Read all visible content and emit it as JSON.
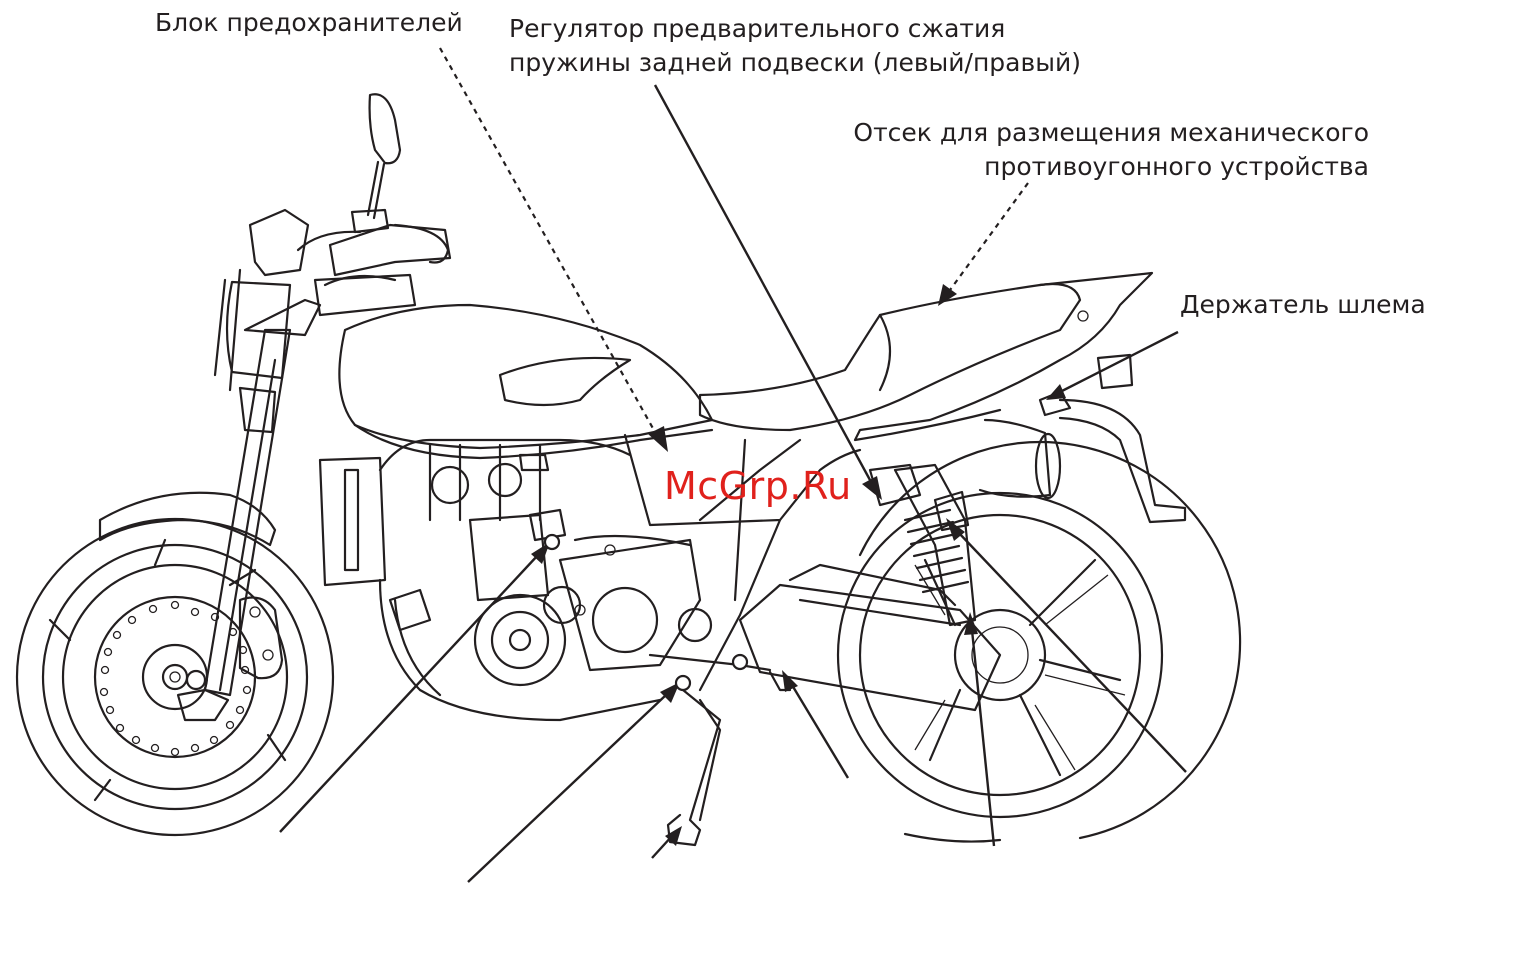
{
  "labels": {
    "fuse_box": "Блок предохранителей",
    "preload_line1": "Регулятор предварительного сжатия",
    "preload_line2": "пружины задней подвески (левый/правый)",
    "lock_line1": "Отсек для размещения механического",
    "lock_line2": "противоугонного устройства",
    "helmet_holder": "Держатель шлема"
  },
  "watermark": "McGrp.Ru",
  "colors": {
    "line": "#231f20",
    "watermark": "#e0211c",
    "background": "#ffffff"
  }
}
